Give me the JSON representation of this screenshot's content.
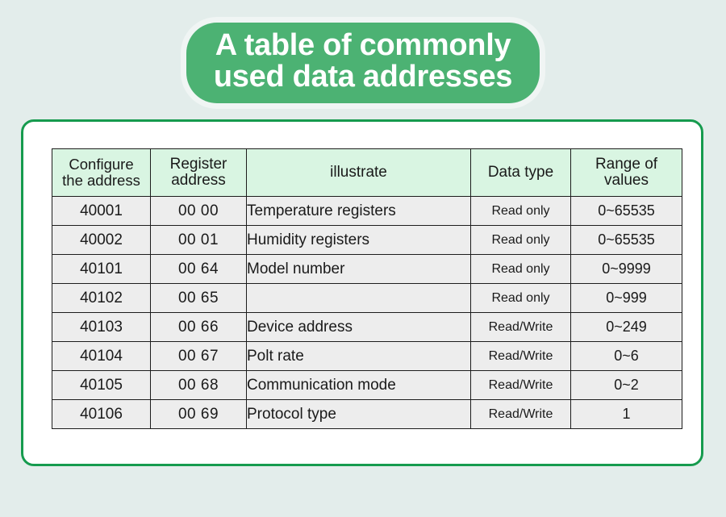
{
  "title": {
    "line1": "A table of commonly",
    "line2": "used data addresses"
  },
  "colors": {
    "page_background": "#e3edeb",
    "banner_green": "#4cb273",
    "card_border_green": "#169b4e",
    "table_header_green": "#d9f5e2",
    "table_row_gray": "#ededed",
    "grid_line": "#1d1d1d",
    "text": "#1a1a1a"
  },
  "table": {
    "headers": [
      {
        "line1": "Configure",
        "line2": "the address"
      },
      {
        "line1": "Register",
        "line2": "address"
      },
      {
        "line1": "illustrate",
        "line2": ""
      },
      {
        "line1": "Data type",
        "line2": ""
      },
      {
        "line1": "Range of",
        "line2": "values"
      }
    ],
    "rows": [
      {
        "configure_address": "40001",
        "register_address": "00  00",
        "illustrate": "Temperature registers",
        "data_type": "Read only",
        "range_of_values": "0~65535"
      },
      {
        "configure_address": "40002",
        "register_address": "00  01",
        "illustrate": "Humidity registers",
        "data_type": "Read only",
        "range_of_values": "0~65535"
      },
      {
        "configure_address": "40101",
        "register_address": "00  64",
        "illustrate": "Model number",
        "data_type": "Read only",
        "range_of_values": "0~9999"
      },
      {
        "configure_address": "40102",
        "register_address": "00  65",
        "illustrate": "",
        "data_type": "Read only",
        "range_of_values": "0~999"
      },
      {
        "configure_address": "40103",
        "register_address": "00  66",
        "illustrate": "Device address",
        "data_type": "Read/Write",
        "range_of_values": "0~249"
      },
      {
        "configure_address": "40104",
        "register_address": "00  67",
        "illustrate": "Polt rate",
        "data_type": "Read/Write",
        "range_of_values": "0~6"
      },
      {
        "configure_address": "40105",
        "register_address": "00  68",
        "illustrate": "Communication mode",
        "data_type": "Read/Write",
        "range_of_values": "0~2"
      },
      {
        "configure_address": "40106",
        "register_address": "00  69",
        "illustrate": "Protocol type",
        "data_type": "Read/Write",
        "range_of_values": "1"
      }
    ]
  }
}
